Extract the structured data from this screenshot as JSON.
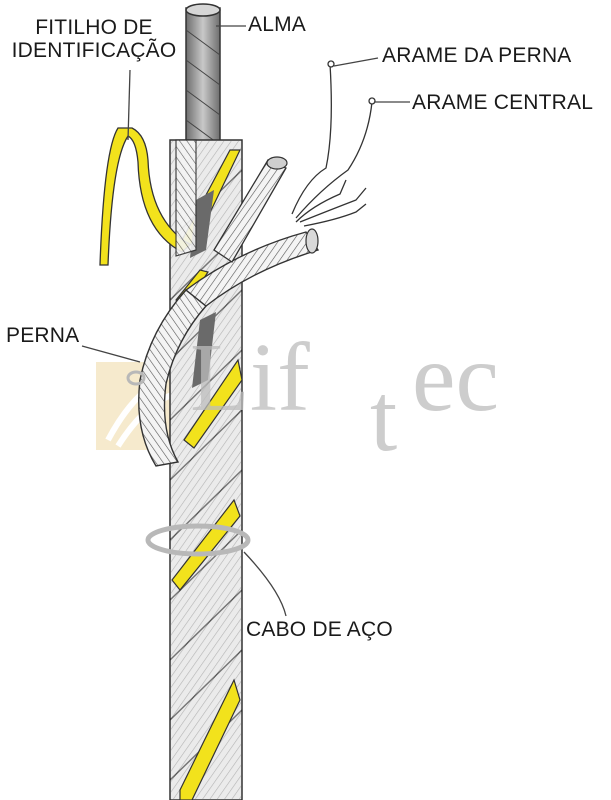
{
  "labels": {
    "fitilho_line1": "FITILHO DE",
    "fitilho_line2": "IDENTIFICAÇÃO",
    "alma": "ALMA",
    "arame_perna": "ARAME DA PERNA",
    "arame_central": "ARAME CENTRAL",
    "perna": "PERNA",
    "cabo": "CABO DE AÇO"
  },
  "watermark": {
    "text_main": "Lif",
    "text_t": "t",
    "text_end": "ec"
  },
  "colors": {
    "yellow_strand": "#f2e21c",
    "steel_light": "#ebebeb",
    "steel_dark": "#7a7a7a",
    "core_gray": "#9a9a9a",
    "watermark": "#bdbdbd",
    "watermark_logo": "#f3e2b8"
  }
}
